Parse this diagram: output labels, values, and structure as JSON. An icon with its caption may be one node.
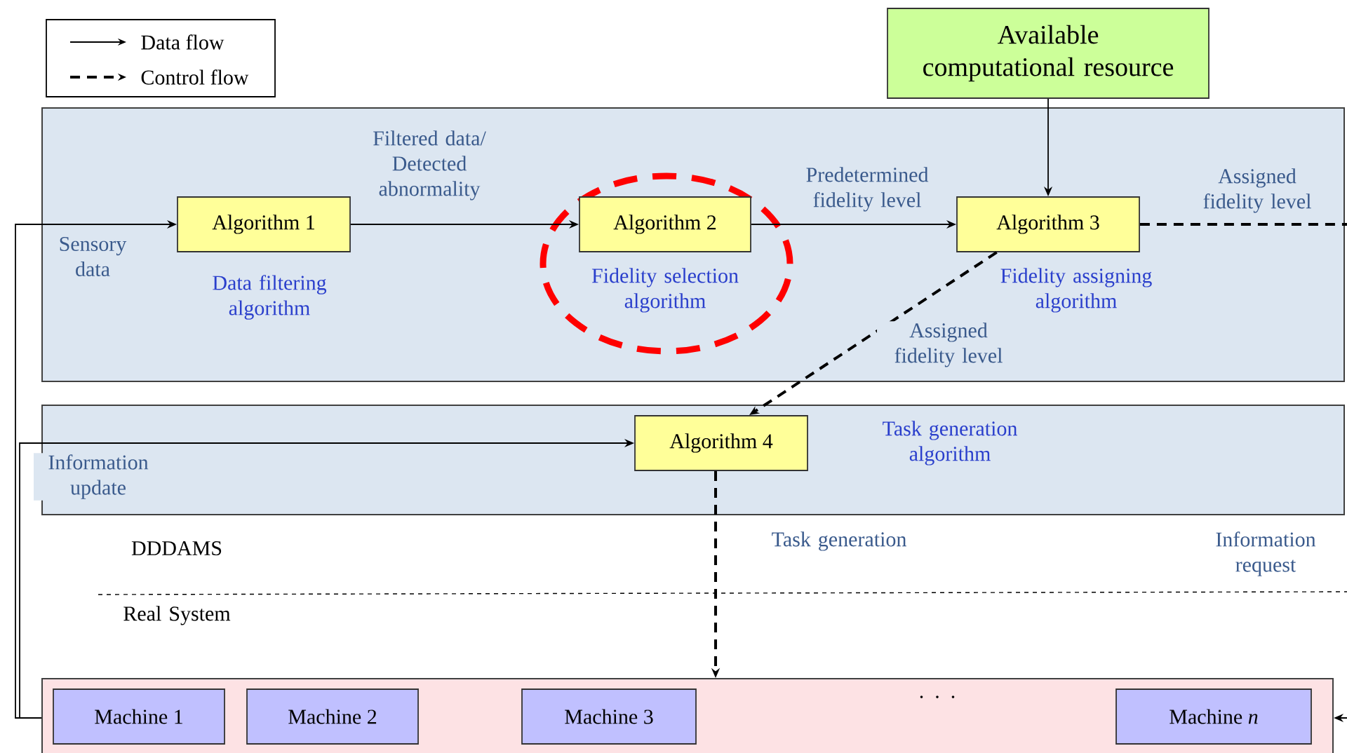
{
  "diagram": {
    "nodes": [
      {
        "text": [],
        "shape": "box"
      },
      {
        "text": [
          "Algorithm 1"
        ],
        "in": 0,
        "beside": [
          "Data filtering algorithm"
        ]
      },
      {
        "text": [],
        "shape": "circle",
        "in": 0
      },
      {
        "text": [
          "Algorithm 2"
        ],
        "in": 2,
        "beside": [
          "Fidelity selection algorithm"
        ]
      },
      {
        "text": [
          "Algorithm 3"
        ],
        "in": 0,
        "beside": [
          "Fidelity assigning algorithm"
        ]
      },
      {
        "text": [
          "Available computational resource"
        ]
      },
      {
        "text": [],
        "shape": "box"
      },
      {
        "text": [
          "Algorithm 4"
        ],
        "in": 6,
        "beside": [
          "Task generation algorithm"
        ]
      },
      {
        "text": [],
        "shape": "box"
      },
      {
        "text": [
          "Machine 1"
        ],
        "in": 8
      },
      {
        "text": [
          "Machine 2"
        ],
        "in": 8
      },
      {
        "text": [
          "Machine 3"
        ],
        "in": 8
      },
      {
        "text": [
          "Machine *n*"
        ],
        "in": 8
      }
    ],
    "edges": [
      {
        "from": 8,
        "to": 1,
        "arrow": "to",
        "label": "Sensory data"
      },
      {
        "from": 1,
        "to": 3,
        "arrow": "to",
        "label": "Filtered data/ Detected abnormality"
      },
      {
        "from": 3,
        "to": 4,
        "arrow": "to",
        "label": "Predetermined fidelity level"
      },
      {
        "from": 5,
        "to": 4,
        "arrow": "to"
      },
      {
        "from": 4,
        "to": null,
        "arrow": "none",
        "style": "dashed",
        "label": "Assigned fidelity level"
      },
      {
        "from": 4,
        "to": 7,
        "arrow": "to",
        "style": "dashed",
        "label": "Assigned fidelity level"
      },
      {
        "from": 8,
        "to": 7,
        "arrow": "to",
        "label": "Information update"
      },
      {
        "from": 7,
        "to": 8,
        "arrow": "to",
        "style": "dashed",
        "label": "Task generation"
      },
      {
        "from": null,
        "to": 8,
        "arrow": "to"
      }
    ],
    "labels": [
      "DDDAMS",
      "Real System",
      "Information request",
      ". . ."
    ],
    "legend": [
      {
        "text": "Data flow"
      },
      {
        "text": "Control flow"
      }
    ]
  }
}
